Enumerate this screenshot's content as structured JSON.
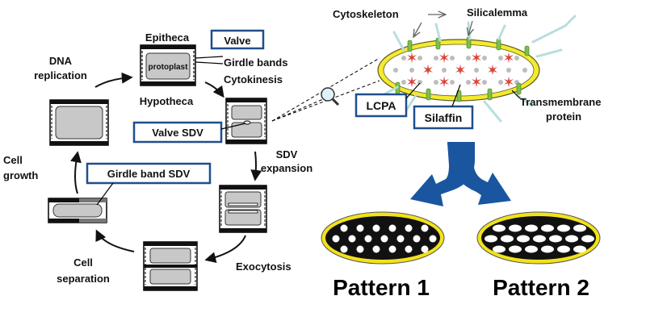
{
  "labels": {
    "epitheca": "Epitheca",
    "valve": "Valve",
    "protoplast": "protoplast",
    "girdle_bands": "Girdle bands",
    "cytokinesis": "Cytokinesis",
    "hypotheca": "Hypotheca",
    "dna_replication_1": "DNA",
    "dna_replication_2": "replication",
    "valve_sdv": "Valve SDV",
    "sdv_expansion_1": "SDV",
    "sdv_expansion_2": "expansion",
    "girdle_band_sdv": "Girdle band SDV",
    "cell_growth_1": "Cell",
    "cell_growth_2": "growth",
    "exocytosis": "Exocytosis",
    "cell_separation_1": "Cell",
    "cell_separation_2": "separation",
    "cytoskeleton": "Cytoskeleton",
    "silicalemma": "Silicalemma",
    "lcpa": "LCPA",
    "silaffin": "Silaffin",
    "transmembrane_1": "Transmembrane",
    "transmembrane_2": "protein",
    "pattern_1": "Pattern 1",
    "pattern_2": "Pattern 2"
  },
  "colors": {
    "box_border": "#1f4e8c",
    "big_arrow": "#1a56a0",
    "pattern_fill": "#111111",
    "pattern_rim": "#f2e21a",
    "vesicle_rim": "#f4ea2e",
    "star_red": "#d9453a",
    "protein_green": "#7cc04a",
    "chain_blue": "#b8dde0",
    "cell_gray": "#c8c8c8"
  },
  "icons": [
    "magnifier-icon",
    "curved-arrow-icon",
    "split-arrow-icon"
  ]
}
